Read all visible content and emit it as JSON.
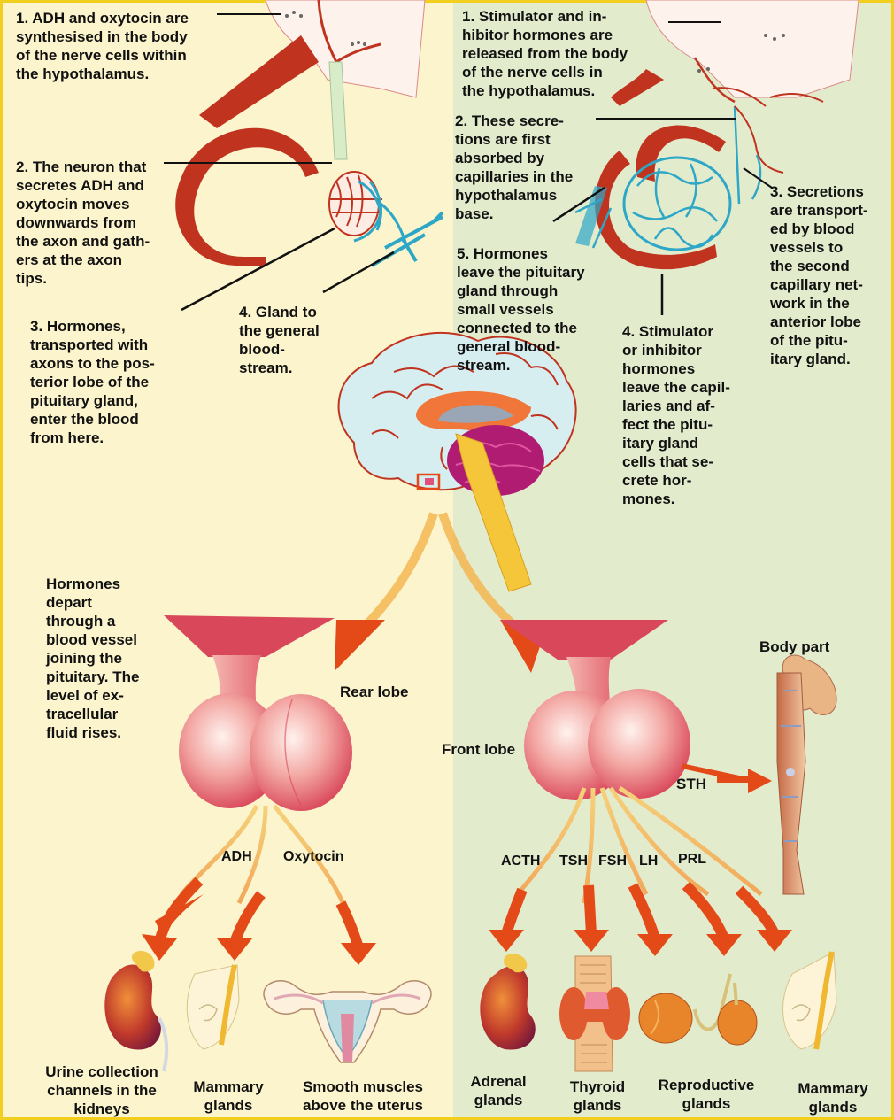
{
  "colors": {
    "left_background": "#fbf4cc",
    "right_background": "#e3ebcd",
    "border": "#f2cf1f",
    "artery_red": "#c0331f",
    "capillary_blue": "#2ea7c7",
    "arrow_red": "#e34a18",
    "pituitary_pink": "#e8848a"
  },
  "labels": {
    "left_step1": "1. ADH and oxytocin are\nsynthesised in the body\nof the nerve cells within\nthe hypothalamus.",
    "left_step2": "2. The neuron that\nsecretes ADH and\noxytocin moves\ndownwards from\nthe axon and gath-\ners at the axon\ntips.",
    "left_step3": "3. Hormones,\ntransported with\naxons to the pos-\nterior lobe of the\npituitary gland,\nenter the blood\nfrom here.",
    "left_step4": "4.  Gland to\nthe general\nblood-\nstream.",
    "right_step1": "1. Stimulator and in-\nhibitor hormones are\nreleased from the body\nof the nerve cells in\nthe hypothalamus.",
    "right_step2": "2. These secre-\ntions are first\nabsorbed by\ncapillaries in the\nhypothalamus\nbase.",
    "right_step3": "3. Secretions\nare transport-\ned by blood\nvessels to\nthe second\ncapillary net-\nwork in the\nanterior lobe\nof the pitu-\nitary gland.",
    "right_step4": "4. Stimulator\nor inhibitor\nhormones\nleave the capil-\nlaries and af-\nfect the pitu-\nitary gland\ncells that se-\ncrete hor-\nmones.",
    "right_step5": "5. Hormones\nleave the pituitary\ngland through\nsmall vessels\nconnected to the\ngeneral blood-\nstream.",
    "hormones_depart": "Hormones\ndepart\nthrough a\nblood vessel\njoining the\npituitary. The\nlevel of ex-\ntracellular\nfluid rises.",
    "rear_lobe": "Rear lobe",
    "front_lobe": "Front lobe",
    "body_part": "Body part",
    "sth": "STH",
    "adh": "ADH",
    "oxytocin": "Oxytocin",
    "acth": "ACTH",
    "tsh": "TSH",
    "fsh": "FSH",
    "lh": "LH",
    "prl": "PRL",
    "target_kidneys": "Urine collection\nchannels in the\nkidneys",
    "target_mammary_left": "Mammary\nglands",
    "target_uterus": "Smooth muscles\nabove the uterus",
    "target_adrenal": "Adrenal\nglands",
    "target_thyroid": "Thyroid\nglands",
    "target_reproductive": "Reproductive\nglands",
    "target_mammary_right": "Mammary\nglands"
  }
}
